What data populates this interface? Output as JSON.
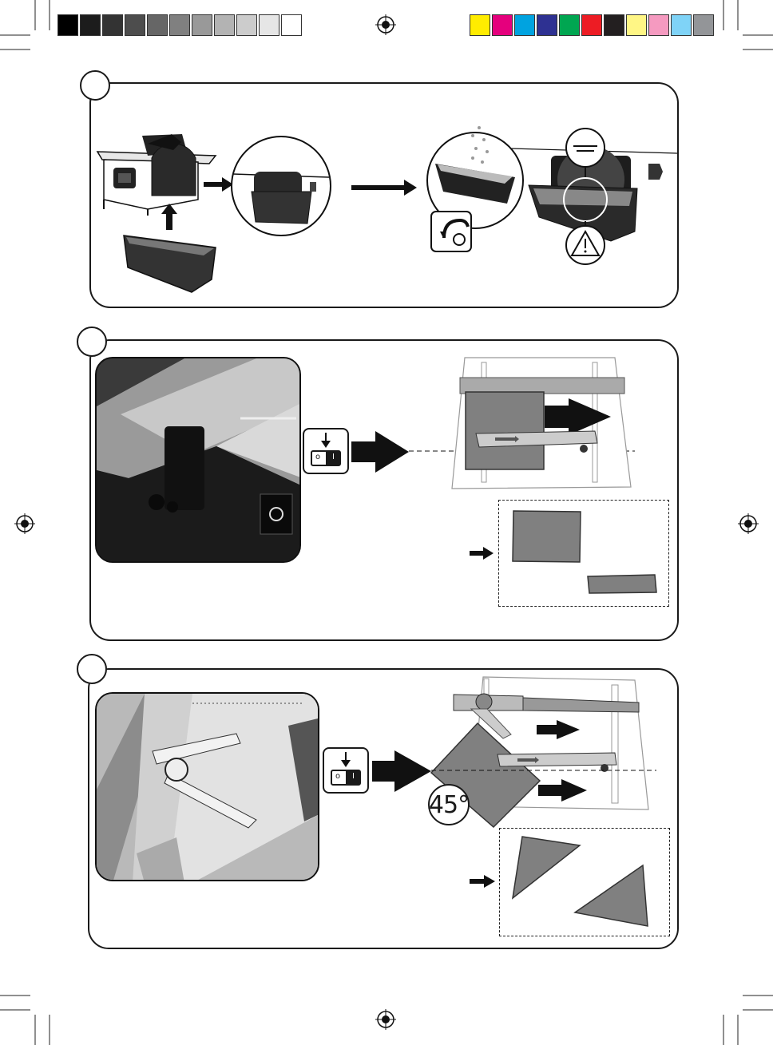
{
  "colors": {
    "grayscale_bar": [
      "#000000",
      "#1c1c1c",
      "#333333",
      "#4d4d4d",
      "#666666",
      "#808080",
      "#999999",
      "#b3b3b3",
      "#cccccc",
      "#e6e6e6",
      "#ffffff"
    ],
    "color_bar": [
      "#ffec00",
      "#e5007d",
      "#00a3e0",
      "#2e3192",
      "#00a651",
      "#ed1c24",
      "#231f20",
      "#fff685",
      "#f59ac0",
      "#7fd3f7",
      "#939598"
    ],
    "line": "#1a1a1a",
    "tile_gray": "#808080"
  },
  "panels": [
    {
      "icons": [
        "worktable-icon",
        "water-tray-icon",
        "water-tap-icon",
        "water-level-icon",
        "warning-triangle-icon"
      ]
    },
    {
      "switch": {
        "off_symbol": "o",
        "on_symbol": "I"
      }
    },
    {
      "switch": {
        "off_symbol": "o",
        "on_symbol": "I"
      },
      "angle_label": "45°"
    }
  ]
}
